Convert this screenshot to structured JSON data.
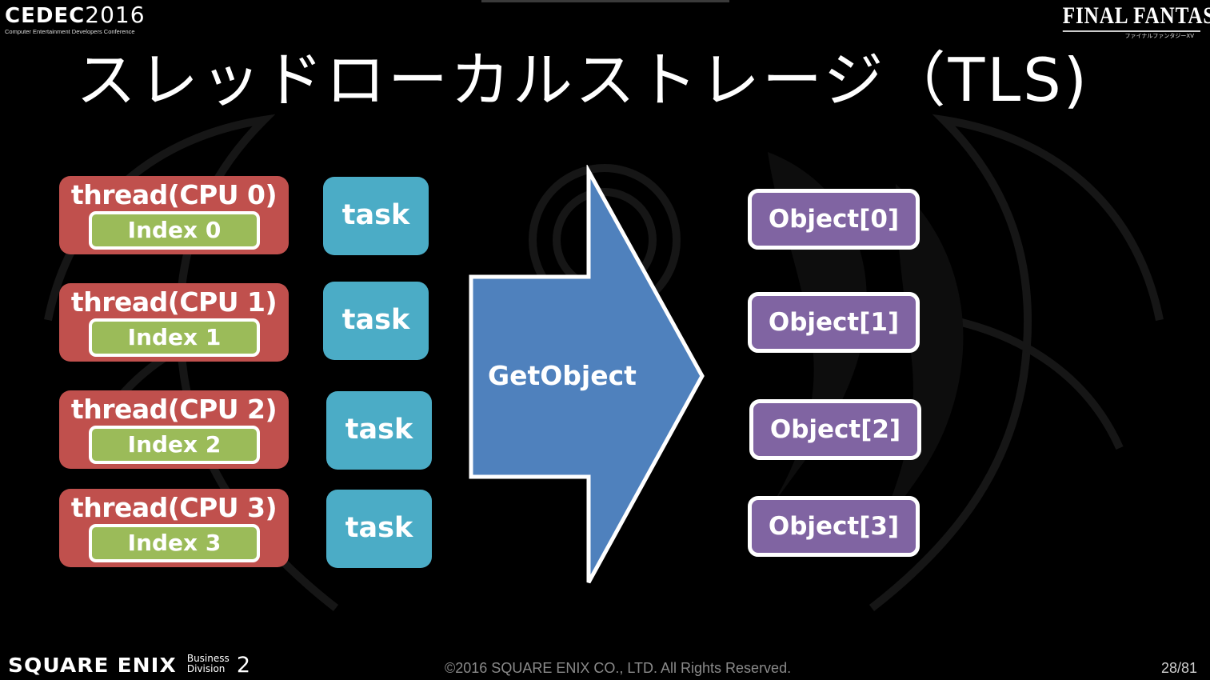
{
  "header": {
    "cedec_logo": {
      "main": "CEDEC",
      "year": "2016",
      "subtitle": "Computer Entertainment Developers Conference"
    },
    "ff_logo": {
      "main": "FINAL FANTASY XV",
      "subtitle": "ファイナルファンタジーXV"
    }
  },
  "slide": {
    "title": "スレッドローカルストレージ（TLS)",
    "threads": [
      {
        "label": "thread(CPU 0)",
        "index": "Index 0"
      },
      {
        "label": "thread(CPU 1)",
        "index": "Index 1"
      },
      {
        "label": "thread(CPU 2)",
        "index": "Index 2"
      },
      {
        "label": "thread(CPU 3)",
        "index": "Index 3"
      }
    ],
    "tasks": [
      "task",
      "task",
      "task",
      "task"
    ],
    "arrow_label": "GetObject",
    "objects": [
      "Object[0]",
      "Object[1]",
      "Object[2]",
      "Object[3]"
    ]
  },
  "footer": {
    "company_logo": "SQUARE ENIX",
    "division": {
      "line1": "Business",
      "line2": "Division",
      "number": "2"
    },
    "copyright": "©2016 SQUARE ENIX CO., LTD. All Rights Reserved.",
    "page": "28/81"
  },
  "colors": {
    "thread": "#c0504d",
    "index": "#9bbb59",
    "task": "#4bacc6",
    "arrow": "#4f81bd",
    "object": "#8064a2",
    "background": "#000000"
  }
}
